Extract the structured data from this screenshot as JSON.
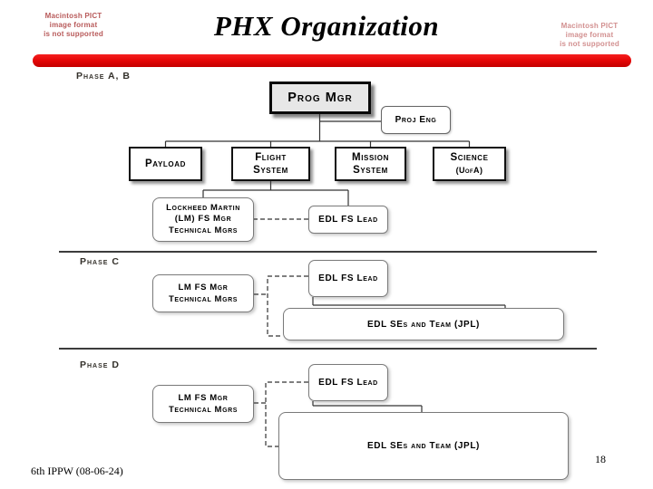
{
  "header": {
    "title": "PHX Organization",
    "pict_left_lines": [
      "Macintosh PICT",
      "image format",
      "is not supported"
    ],
    "pict_right_lines": [
      "Macintosh PICT",
      "image format",
      "is not supported"
    ]
  },
  "phase_ab": {
    "label": "Phase A, B",
    "prog_mgr_label": "Prog Mgr",
    "proj_eng_label": "Proj Eng",
    "payload_label": "Payload",
    "flight_lines": [
      "Flight",
      "System"
    ],
    "mission_lines": [
      "Mission",
      "System"
    ],
    "science_lines": [
      "Science",
      "(UofA)"
    ],
    "lm_lines": [
      "Lockheed Martin",
      "(LM) FS Mgr",
      "Technical Mgrs"
    ],
    "edl_lead_label": "EDL FS Lead"
  },
  "phase_c": {
    "label": "Phase C",
    "lm_lines": [
      "LM FS Mgr",
      "Technical Mgrs"
    ],
    "edl_lead_label": "EDL FS Lead",
    "edl_team_label": "EDL SEs and Team (JPL)"
  },
  "phase_d": {
    "label": "Phase D",
    "lm_lines": [
      "LM FS Mgr",
      "Technical Mgrs"
    ],
    "edl_lead_label": "EDL FS Lead",
    "edl_team_label": "EDL SEs and Team (JPL)"
  },
  "footer": {
    "credit": "6th IPPW (08-06-24)",
    "page_number": "18"
  },
  "colors": {
    "accent_bar_red": "#e40606",
    "pict_text_red": "#b85a5a"
  }
}
